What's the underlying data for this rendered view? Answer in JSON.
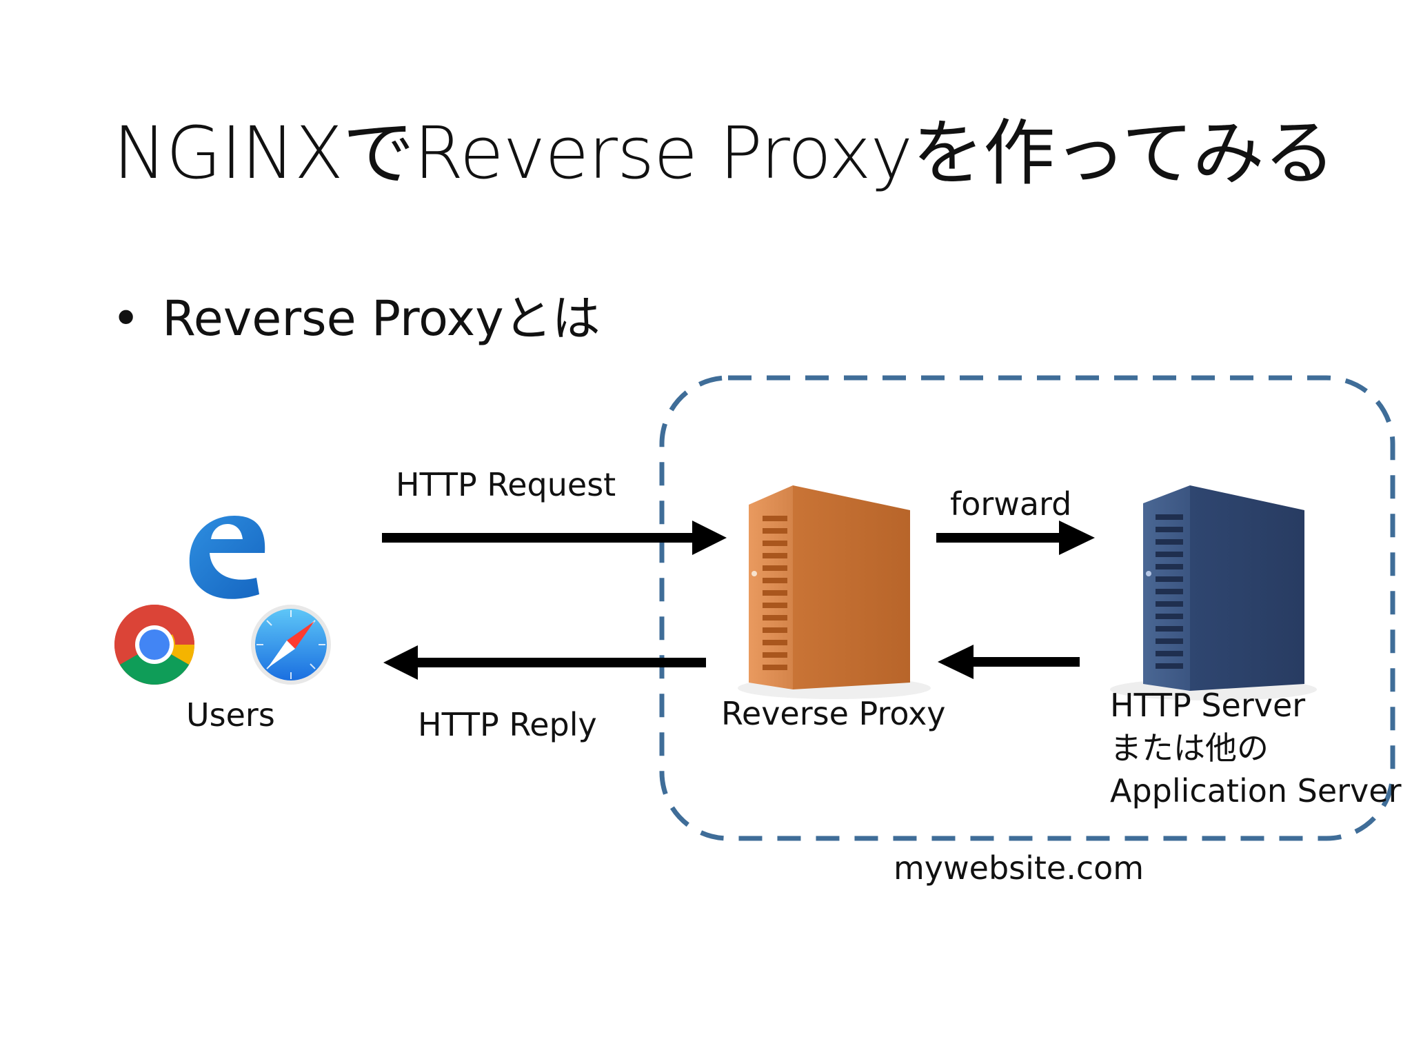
{
  "slide": {
    "title": "NGINXでReverse Proxyを作ってみる",
    "bullet": {
      "marker": "•",
      "text": "Reverse Proxyとは"
    }
  },
  "diagram": {
    "labels": {
      "http_request": "HTTP Request",
      "http_reply": "HTTP Reply",
      "forward": "forward",
      "users": "Users",
      "reverse_proxy": "Reverse Proxy",
      "server_line1": "HTTP Server",
      "server_line2": "または他の",
      "server_line3": "Application Server",
      "domain": "mywebsite.com"
    },
    "icons": [
      "edge-browser-icon",
      "chrome-browser-icon",
      "safari-browser-icon",
      "orange-server-tower-icon",
      "blue-server-tower-icon"
    ],
    "colors": {
      "dashed_border": "#3f6d98",
      "proxy_server": "#d98b52",
      "app_server": "#3f5a86",
      "arrow": "#000000"
    }
  }
}
